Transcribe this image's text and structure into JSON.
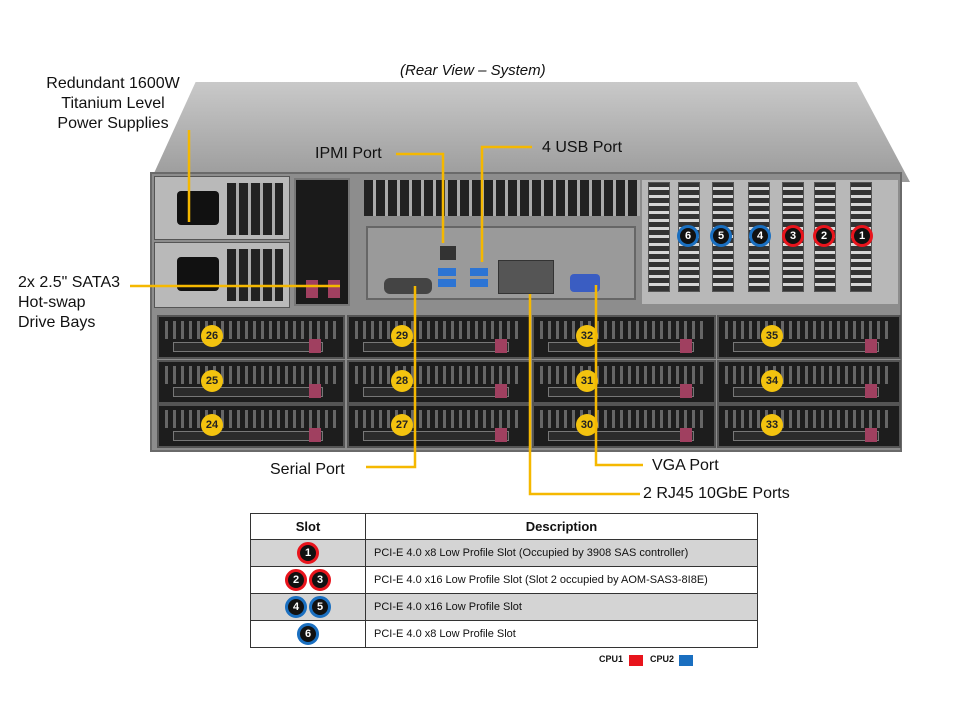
{
  "caption": "(Rear View – System)",
  "callouts": {
    "psu": [
      "Redundant  1600W",
      "Titanium  Level",
      "Power Supplies"
    ],
    "drive_bays": [
      "2x 2.5\" SATA3",
      "Hot-swap",
      "Drive Bays"
    ],
    "ipmi": "IPMI Port",
    "usb": "4 USB Port",
    "serial": "Serial Port",
    "vga": "VGA Port",
    "rj45": "2 RJ45  10GbE Ports"
  },
  "callout_color": "#f5b800",
  "pcie_badges": [
    {
      "n": "6",
      "cpu": "CPU2"
    },
    {
      "n": "5",
      "cpu": "CPU2"
    },
    {
      "n": "4",
      "cpu": "CPU2"
    },
    {
      "n": "3",
      "cpu": "CPU1"
    },
    {
      "n": "2",
      "cpu": "CPU1"
    },
    {
      "n": "1",
      "cpu": "CPU1"
    }
  ],
  "drive_bay_numbers": [
    [
      "26",
      "29",
      "32",
      "35"
    ],
    [
      "25",
      "28",
      "31",
      "34"
    ],
    [
      "24",
      "27",
      "30",
      "33"
    ]
  ],
  "table": {
    "headers": [
      "Slot",
      "Description"
    ],
    "rows": [
      {
        "slots": [
          "1"
        ],
        "cpu": "CPU1",
        "desc": "PCI-E  4.0 x8 Low Profile Slot (Occupied by 3908 SAS controller)"
      },
      {
        "slots": [
          "2",
          "3"
        ],
        "cpu": "CPU1",
        "desc": "PCI-E  4.0 x16 Low Profile Slot (Slot 2 occupied by AOM-SAS3-8I8E)"
      },
      {
        "slots": [
          "4",
          "5"
        ],
        "cpu": "CPU2",
        "desc": "PCI-E  4.0 x16 Low Profile Slot"
      },
      {
        "slots": [
          "6"
        ],
        "cpu": "CPU2",
        "desc": "PCI-E  4.0 x8 Low Profile Slot"
      }
    ]
  },
  "legend": [
    {
      "label": "CPU1",
      "color": "#e8141c"
    },
    {
      "label": "CPU2",
      "color": "#1a6fc0"
    }
  ]
}
